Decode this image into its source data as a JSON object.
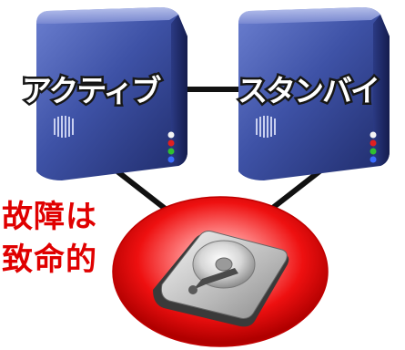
{
  "servers": {
    "active": {
      "label": "アクティブ",
      "icon": "server-tower-icon"
    },
    "standby": {
      "label": "スタンバイ",
      "icon": "server-tower-icon"
    }
  },
  "shared_disk": {
    "icon": "hard-disk-icon",
    "highlight_color": "#e00000"
  },
  "warning": {
    "line1": "故障は",
    "line2": "致命的",
    "color": "#e00000"
  },
  "colors": {
    "server_body": "#3d4f9a",
    "connection_line": "#111111"
  }
}
